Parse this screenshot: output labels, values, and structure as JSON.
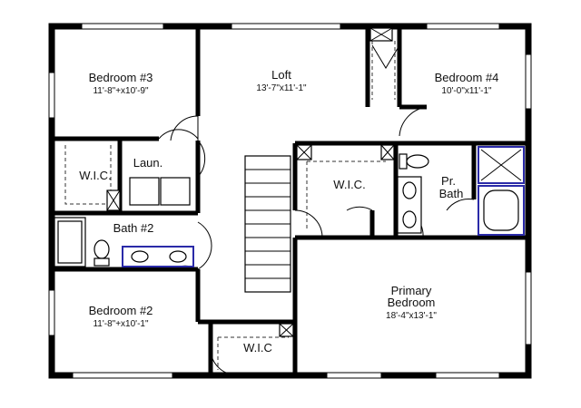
{
  "rooms": {
    "bedroom3": {
      "name": "Bedroom #3",
      "dim": "11'-8\"+x10'-9\""
    },
    "loft": {
      "name": "Loft",
      "dim": "13'-7\"x11'-1\""
    },
    "bedroom4": {
      "name": "Bedroom #4",
      "dim": "10'-0\"x11'-1\""
    },
    "wic_left": {
      "name": "W.I.C."
    },
    "laundry": {
      "name": "Laun."
    },
    "wic_center": {
      "name": "W.I.C."
    },
    "pr_bath": {
      "line1": "Pr.",
      "line2": "Bath"
    },
    "bath2": {
      "name": "Bath #2"
    },
    "bedroom2": {
      "name": "Bedroom #2",
      "dim": "11'-8\"+x10'-1\""
    },
    "primary": {
      "line1": "Primary",
      "line2": "Bedroom",
      "dim": "18'-4\"x13'-1\""
    },
    "wic_bottom": {
      "name": "W.I.C"
    }
  }
}
